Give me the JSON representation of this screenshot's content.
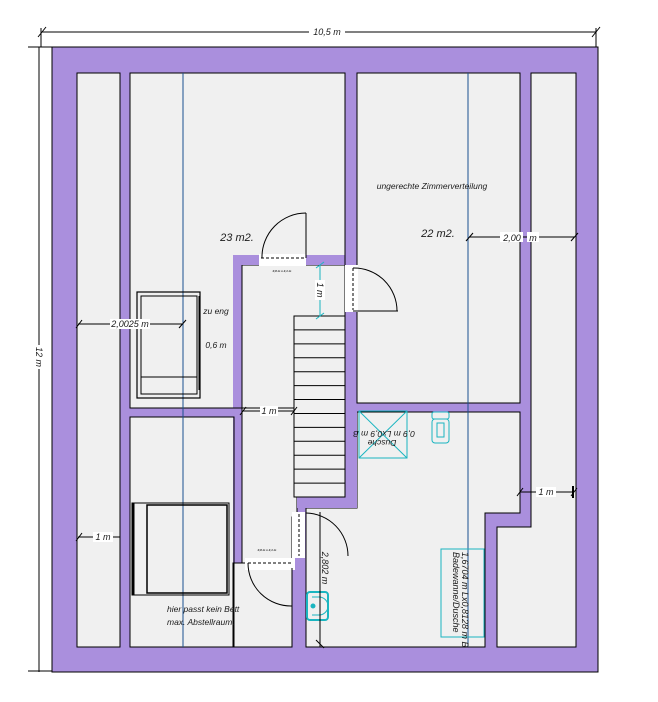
{
  "plan": {
    "title": "Floor plan (Dachgeschoss)",
    "colors": {
      "wall": "#aa8fdd",
      "floor": "#f0f0f0",
      "grid_line": "#1a4f8f",
      "fixture": "#1ab5c0",
      "ink": "#000000"
    },
    "dimensions": {
      "overall_width": "10,5 m",
      "overall_height": "12 m",
      "left_room_width": "2,0025 m",
      "right_room_width": "2,00",
      "right_room_width_unit": "m",
      "hall_width": "1 m",
      "stair_landing": "1 m",
      "left_knee_wall": "1 m",
      "right_knee_wall": "1 m",
      "bath_depth": "2,802 m"
    },
    "rooms": [
      {
        "name": "left-room",
        "area": "23 m2."
      },
      {
        "name": "right-room",
        "area": "22 m2."
      }
    ],
    "annotations": {
      "uneven_rooms": "ungerechte Zimmerverteilung",
      "too_narrow": "zu eng",
      "bed_gap": "0,6 m",
      "no_bed_line1": "hier passt kein Bett",
      "no_bed_line2": "max. Abstellraum."
    },
    "fixtures": {
      "shower_label": "Dusche",
      "shower_size": "0,9 m Lx0,9 m B",
      "tub_label": "Badewanne/Dusche",
      "tub_size": "1,6704 m Lx0,8128 m B"
    },
    "doors": {
      "door_size_label": "0,8 m x 2,1 m"
    }
  }
}
